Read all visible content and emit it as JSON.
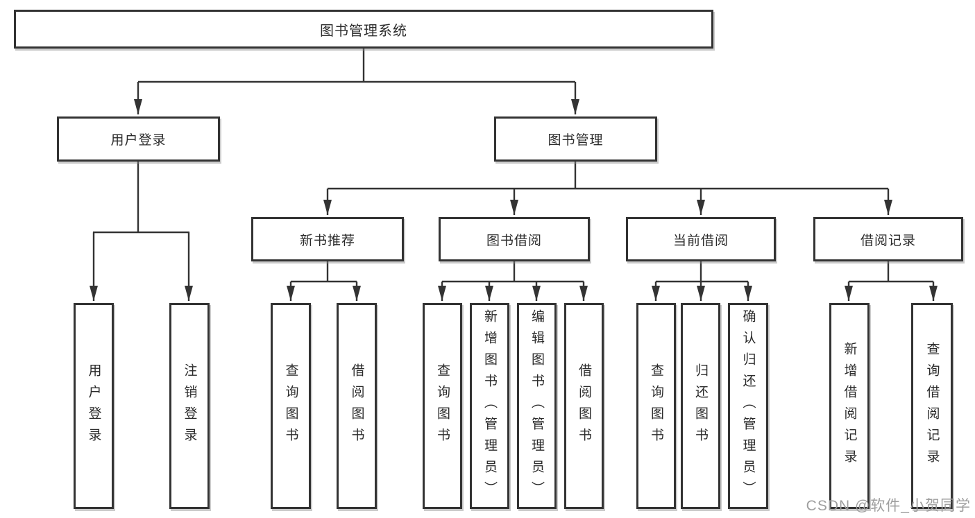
{
  "diagram": {
    "title": "图书管理系统",
    "level2": {
      "user_login": "用户登录",
      "book_management": "图书管理"
    },
    "level3": {
      "new_book_recommend": "新书推荐",
      "book_borrowing": "图书借阅",
      "current_borrowing": "当前借阅",
      "borrowing_records": "借阅记录"
    },
    "leaves": {
      "user_login": "用户登录",
      "logout": "注销登录",
      "recommend_query_books": "查询图书",
      "recommend_borrow_books": "借阅图书",
      "borrowing_query_books": "查询图书",
      "borrowing_add_books": "新增图书（管理员）",
      "borrowing_edit_books": "编辑图书（管理员）",
      "borrowing_borrow_books": "借阅图书",
      "current_query_books": "查询图书",
      "current_return_books": "归还图书",
      "current_confirm_return": "确认归还（管理员）",
      "records_add_record": "新增借阅记录",
      "records_query_record": "查询借阅记录"
    },
    "watermark": "CSDN @软件_小贺同学",
    "colors": {
      "line": "#333333",
      "text": "#2b2b2b",
      "background": "#ffffff",
      "watermark": "#9e9e9e"
    }
  }
}
